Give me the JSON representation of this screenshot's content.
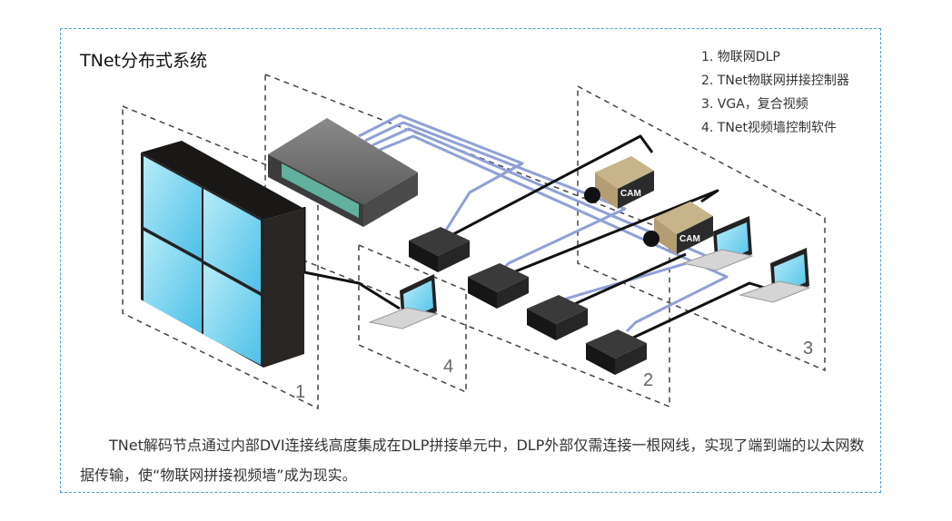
{
  "title": "TNet分布式系统",
  "legend": [
    "1. 物联网DLP",
    "2. TNet物联网拼接控制器",
    "3. VGA，复合视频",
    "4. TNet视频墙控制软件"
  ],
  "zone_labels": [
    "1",
    "2",
    "3",
    "4"
  ],
  "camera_label": "CAM",
  "caption": "TNet解码节点通过内部DVI连接线高度集成在DLP拼接单元中，DLP外部仅需连接一根网线，实现了端到端的以太网数据传输，使“物联网拼接视频墙”成为现实。",
  "colors": {
    "frame_border": "#4a9fd8",
    "network_cable": "#8fa0d8",
    "data_cable": "#111111",
    "switch_port": "#6fd8c0"
  }
}
